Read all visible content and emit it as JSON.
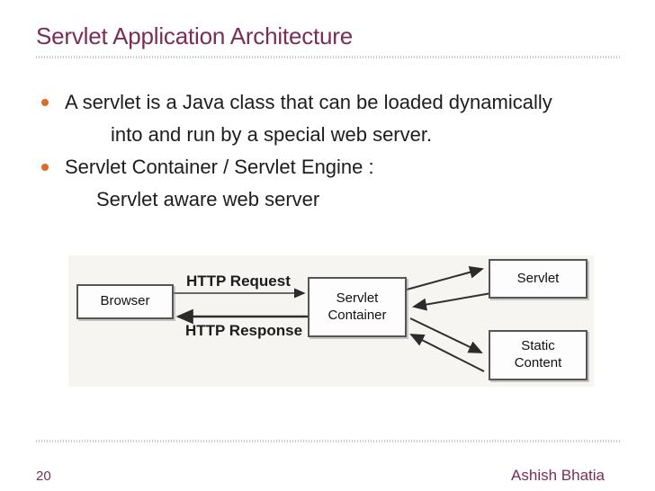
{
  "slide": {
    "title": "Servlet Application Architecture",
    "page_number": "20",
    "author": "Ashish Bhatia"
  },
  "colors": {
    "title_text": "#7a2d57",
    "bullet_marker": "#e06b28",
    "body_text": "#1d1d1d",
    "diagram_background": "#f6f5f2",
    "footer_text": "#7a2d57"
  },
  "bullets": [
    {
      "line1": "A servlet is a Java class that can be loaded dynamically",
      "line2": "into and run by a special web server."
    },
    {
      "line1": "Servlet Container / Servlet Engine :",
      "line2": "Servlet aware web server"
    }
  ],
  "diagram": {
    "nodes": [
      {
        "id": "browser",
        "label": "Browser"
      },
      {
        "id": "servlet-container",
        "label": "Servlet Container"
      },
      {
        "id": "servlet",
        "label": "Servlet"
      },
      {
        "id": "static-content",
        "label": "Static Content"
      }
    ],
    "edge_labels": {
      "request": "HTTP Request",
      "response": "HTTP Response"
    }
  }
}
